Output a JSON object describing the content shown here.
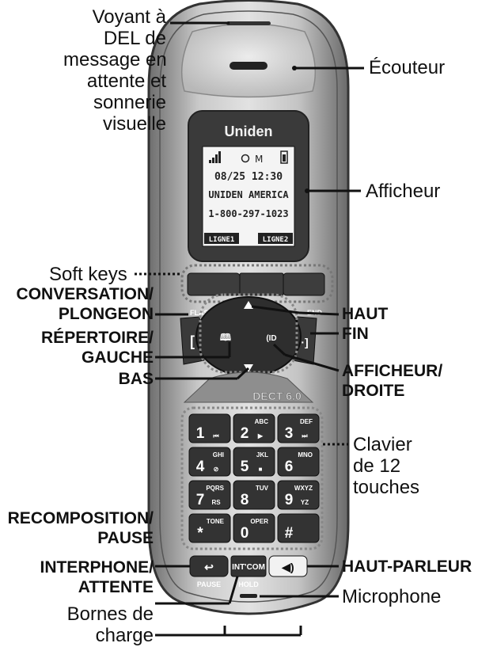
{
  "labels": {
    "voyant": [
      "Voyant à",
      "DEL de",
      "message en",
      "attente et",
      "sonnerie",
      "visuelle"
    ],
    "ecouteur": "Écouteur",
    "afficheur": "Afficheur",
    "soft_keys": "Soft keys",
    "conversation": [
      "CONVERSATION/",
      "PLONGEON"
    ],
    "haut": "HAUT",
    "fin": "FIN",
    "repertoire": [
      "RÉPERTOIRE/",
      "GAUCHE"
    ],
    "bas": "BAS",
    "afficheur_droite": [
      "AFFICHEUR/",
      "DROITE"
    ],
    "clavier": [
      "Clavier",
      "de 12",
      "touches"
    ],
    "recomposition": [
      "RECOMPOSITION/",
      "PAUSE"
    ],
    "interphone": [
      "INTERPHONE/",
      "ATTENTE"
    ],
    "haut_parleur": "HAUT-PARLEUR",
    "microphone": "Microphone",
    "bornes": [
      "Bornes de",
      "charge"
    ]
  },
  "phone": {
    "brand": "Uniden",
    "lcd_lines": [
      "08/25  12:30",
      "UNIDEN AMERICA",
      "1-800-297-1023"
    ],
    "lcd_soft_left": "LIGNE1",
    "lcd_soft_right": "LIGNE2",
    "flash": "FLASH",
    "end": "END",
    "dect": "DECT 6.0",
    "keys": [
      {
        "digit": "1",
        "letters": "",
        "sub": "⏮"
      },
      {
        "digit": "2",
        "letters": "ABC",
        "sub": "▶"
      },
      {
        "digit": "3",
        "letters": "DEF",
        "sub": "⏭"
      },
      {
        "digit": "4",
        "letters": "GHI",
        "sub": "⊘"
      },
      {
        "digit": "5",
        "letters": "JKL",
        "sub": "■"
      },
      {
        "digit": "6",
        "letters": "MNO",
        "sub": ""
      },
      {
        "digit": "7",
        "letters": "PQRS",
        "sub": "RS"
      },
      {
        "digit": "8",
        "letters": "TUV",
        "sub": ""
      },
      {
        "digit": "9",
        "letters": "WXYZ",
        "sub": "YZ"
      },
      {
        "digit": "*",
        "letters": "TONE",
        "sub": ""
      },
      {
        "digit": "0",
        "letters": "OPER",
        "sub": ""
      },
      {
        "digit": "#",
        "letters": "",
        "sub": ""
      }
    ],
    "intcom": "INT'COM",
    "pause": "PAUSE",
    "hold": "HOLD"
  }
}
